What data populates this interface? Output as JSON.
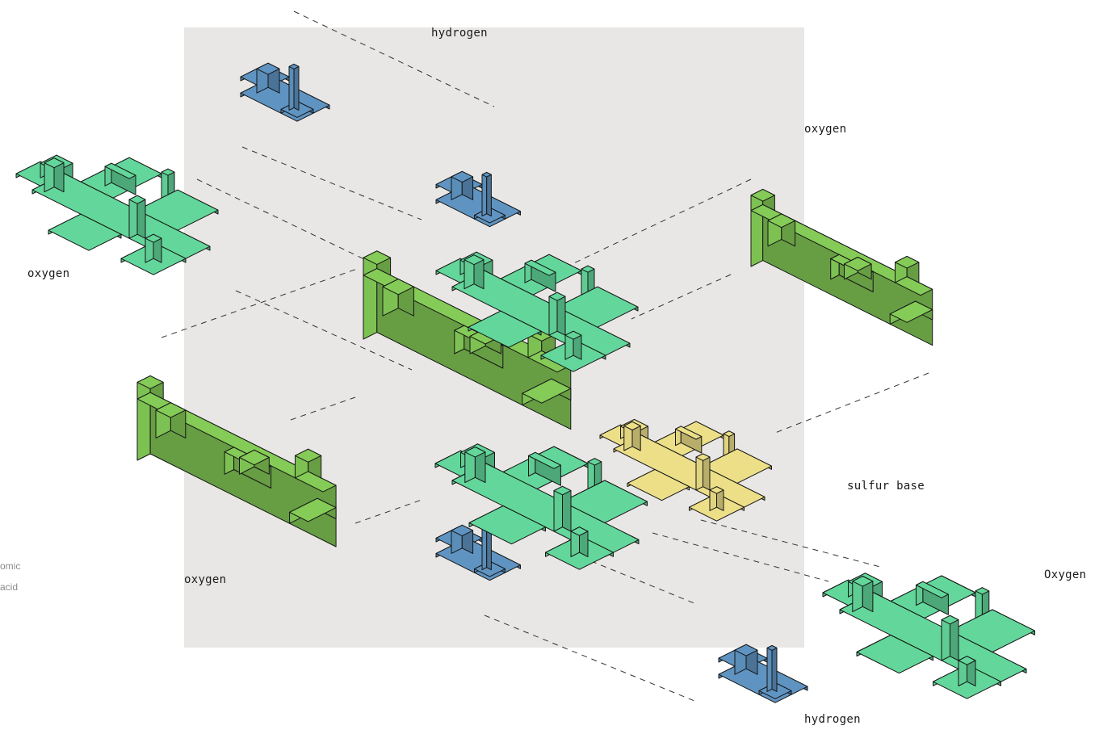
{
  "labels": {
    "hydrogen_top": "hydrogen",
    "oxygen_right": "oxygen",
    "oxygen_left": "oxygen",
    "oxygen_bottom_left": "oxygen",
    "sulfur_base": "sulfur base",
    "oxygen_far_right": "Oxygen",
    "hydrogen_bottom": "hydrogen"
  },
  "side_note": {
    "line1": "omic",
    "line2": "acid"
  },
  "colors": {
    "panel": "#e9e7e5",
    "hydrogen": "#5f94c2",
    "oxygen_teal": "#63d79b",
    "oxygen_green": "#84cb57",
    "sulfur": "#ecdf88",
    "stroke": "#151515"
  }
}
